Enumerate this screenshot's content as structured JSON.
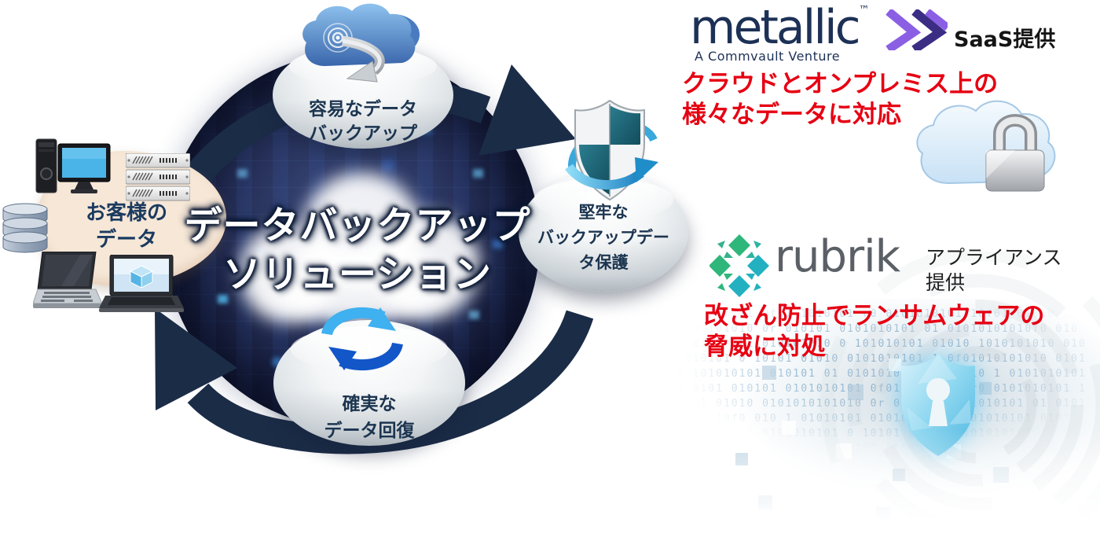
{
  "diagram": {
    "center_title": {
      "line1": "データバックアップ",
      "line2": "ソリューション"
    },
    "customer": {
      "line1": "お客様の",
      "line2": "データ"
    },
    "nodes": {
      "backup": {
        "line1": "容易なデータ",
        "line2": "バックアップ"
      },
      "protection": {
        "line1": "堅牢な",
        "line2": "バックアップデー",
        "line3": "タ保護"
      },
      "recovery": {
        "line1": "確実な",
        "line2": "データ回復"
      }
    }
  },
  "metallic": {
    "wordmark": "metallic",
    "trademark": "™",
    "subtitle": "A Commvault Venture",
    "delivery": "SaaS提供",
    "note": {
      "line1": "クラウドとオンプレミス上の",
      "line2": "様々なデータに対応"
    }
  },
  "rubrik": {
    "wordmark": "rubrik",
    "delivery": {
      "line1": "アプライアンス",
      "line2": "提供"
    },
    "note": {
      "line1": "改ざん防止でランサムウェアの",
      "line2": "脅威に対処"
    }
  },
  "background": {
    "binary_texture": "0101010101 0f01 1010101 r0 0101010101 10f01 01010 0101010101010 0r 010101 0101010101 01 01010101010f0 010 1 01010101 010101010 0 101010101 01010 1010101010 0101010101 0 10101 01010 0101010101 1 0f01010101010 0101 0 101010101 010101 01 0101010101 0101010 1 01010101010 0101 010101 0101010101 0f01 1010101 r0 0101010101 10f01 01010 0101010101010 0r 010101 0101010101 01 01010101010f0 010 1 01010101 010101010 0 101010101 01010 1010101010 0101010101 0 10101 01010 0101010101 1 0f01010101010 0101 0 101010101 010101 01 0101010101 0101010 1 01010101010 0101 010101"
  },
  "icons": [
    "cloud-backup-icon",
    "shield-swoosh-icon",
    "sync-arrows-icon",
    "desktop-pc-icon",
    "server-rack-icon",
    "database-icon",
    "laptop-icon",
    "laptop-cube-icon",
    "cloud-lock-icon",
    "metallic-logo-mark",
    "rubrik-logo-mark",
    "security-shield-icon",
    "cycle-arrows"
  ],
  "colors": {
    "accent-red": "#e60012",
    "navy-text": "#1c3550",
    "metallic-navy": "#1d3156",
    "purple-light": "#8b5fe3",
    "purple-dark": "#3b2d84",
    "rubrik-gray": "#5b5f66",
    "rubrik-green": "#2fb77b",
    "rubrik-teal": "#23b1c1",
    "arrow-navy": "#1b2c47"
  }
}
